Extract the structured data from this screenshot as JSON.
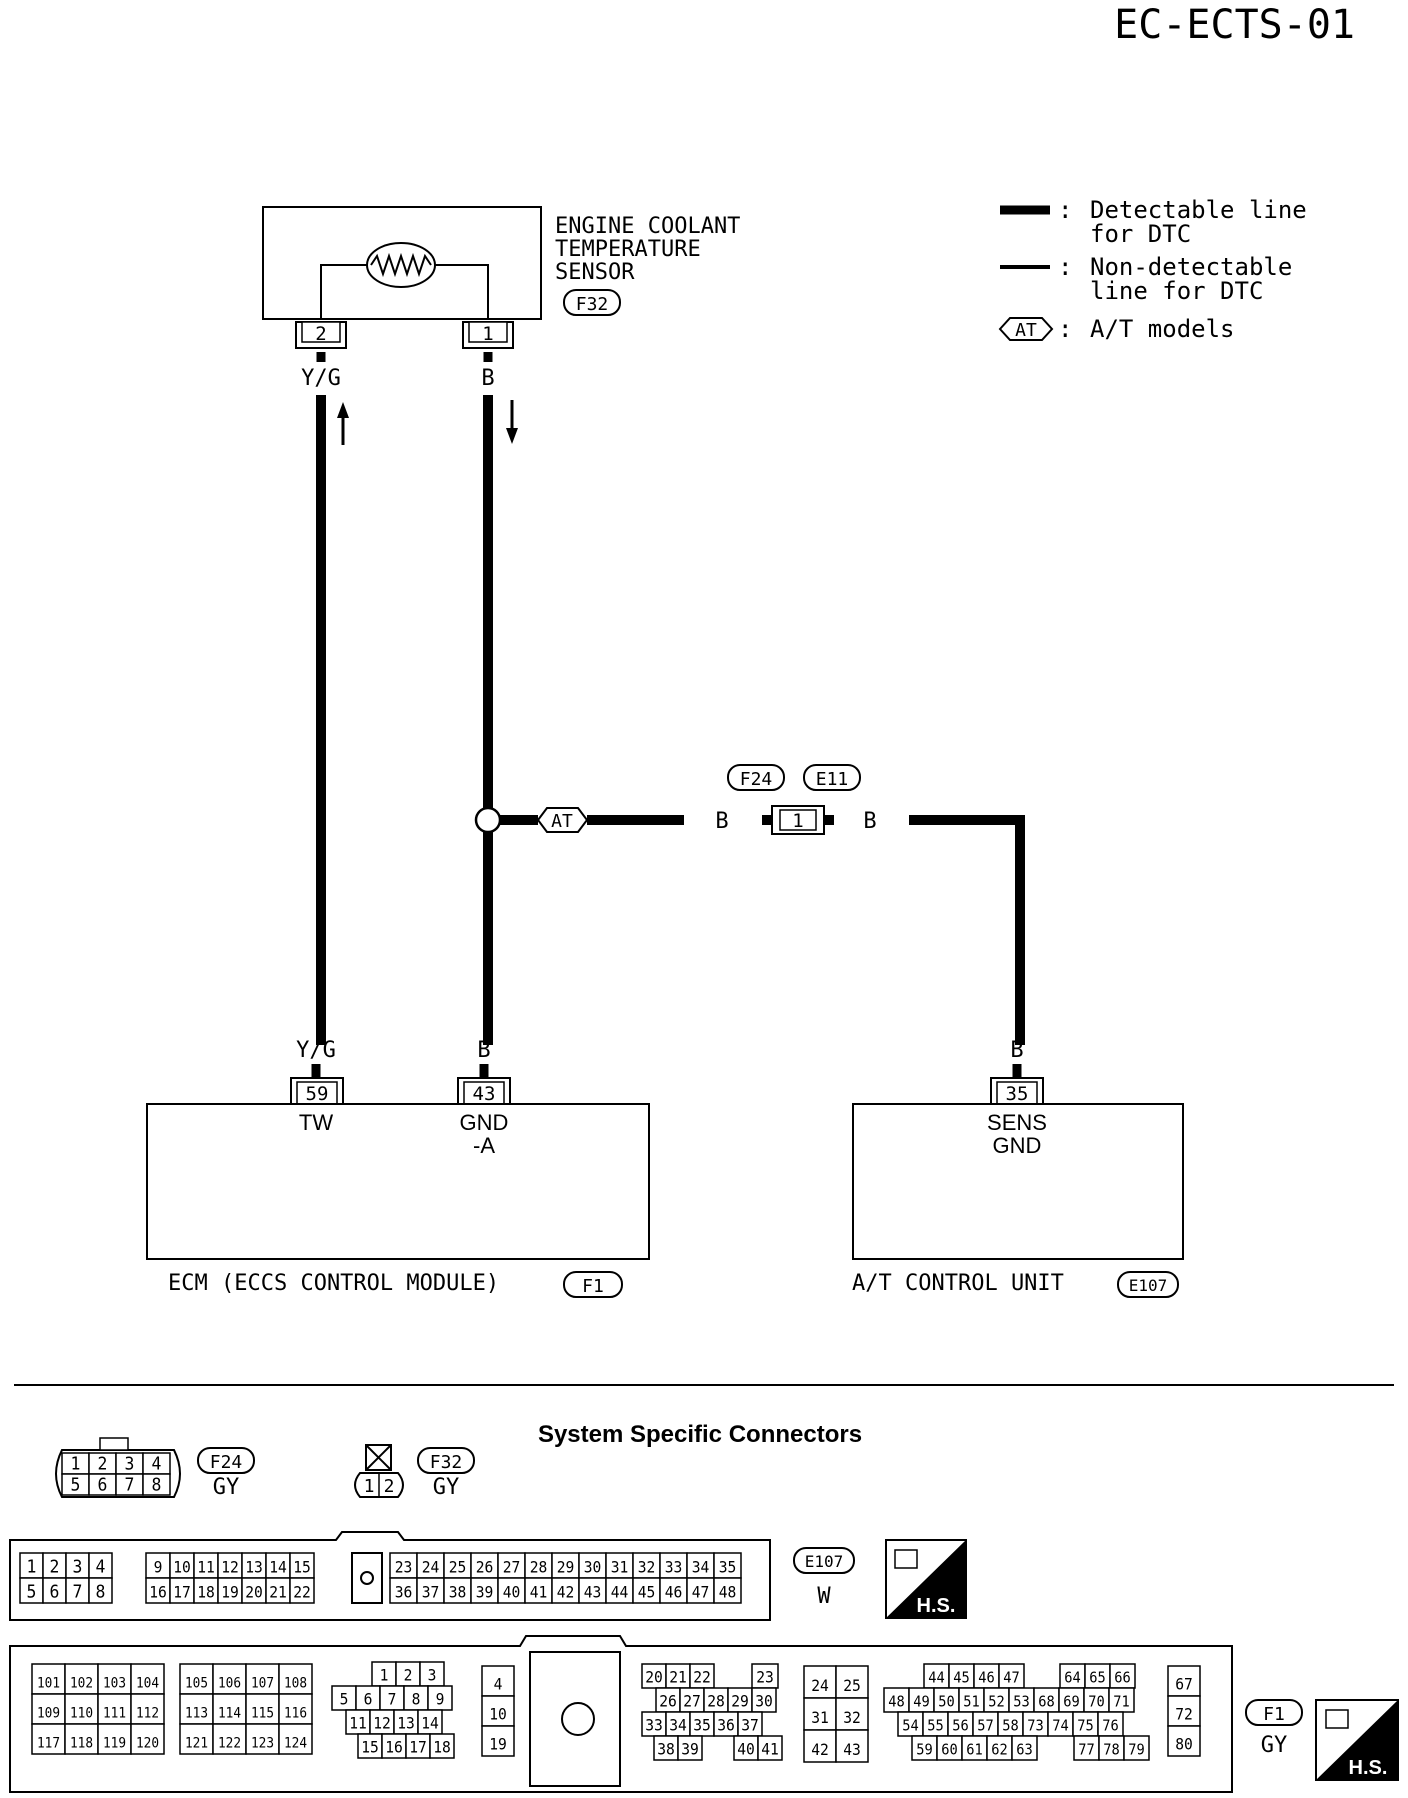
{
  "diagram_id": "EC-ECTS-01",
  "legend": {
    "detectable_line": [
      "Detectable line",
      "for DTC"
    ],
    "non_detectable_line": [
      "Non-detectable",
      "line for DTC"
    ],
    "at_symbol": "AT",
    "at_models": "A/T models"
  },
  "sensor": {
    "name": [
      "ENGINE COOLANT",
      "TEMPERATURE",
      "SENSOR"
    ],
    "connector": "F32",
    "pin2": "2",
    "pin1": "1"
  },
  "wires": {
    "yg": "Y/G",
    "b": "B"
  },
  "junction": {
    "connector_left": "F24",
    "connector_right": "E11",
    "pin": "1",
    "wire_left": "B",
    "wire_right": "B"
  },
  "ecm": {
    "pin_tw": "59",
    "pin_gnd": "43",
    "label_tw": "TW",
    "label_gnd": [
      "GND",
      "-A"
    ],
    "name": "ECM (ECCS CONTROL MODULE)",
    "connector": "F1"
  },
  "atcu": {
    "pin": "35",
    "label": [
      "SENS",
      "GND"
    ],
    "name": "A/T CONTROL UNIT",
    "connector": "E107"
  },
  "connectors_section": {
    "title": "System Specific Connectors",
    "f24": {
      "id": "F24",
      "color": "GY",
      "row1": [
        "1",
        "2",
        "3",
        "4"
      ],
      "row2": [
        "5",
        "6",
        "7",
        "8"
      ]
    },
    "f32": {
      "id": "F32",
      "color": "GY",
      "pins": [
        "1",
        "2"
      ]
    },
    "e107": {
      "id": "E107",
      "color": "W",
      "top": [
        "1",
        "2",
        "3",
        "4",
        "9",
        "10",
        "11",
        "12",
        "13",
        "14",
        "15",
        "23",
        "24",
        "25",
        "26",
        "27",
        "28",
        "29",
        "30",
        "31",
        "32",
        "33",
        "34",
        "35"
      ],
      "bottom": [
        "5",
        "6",
        "7",
        "8",
        "16",
        "17",
        "18",
        "19",
        "20",
        "21",
        "22",
        "36",
        "37",
        "38",
        "39",
        "40",
        "41",
        "42",
        "43",
        "44",
        "45",
        "46",
        "47",
        "48"
      ]
    },
    "f1": {
      "id": "F1",
      "color": "GY",
      "g1": [
        "101",
        "102",
        "103",
        "104",
        "109",
        "110",
        "111",
        "112",
        "117",
        "118",
        "119",
        "120"
      ],
      "g2": [
        "105",
        "106",
        "107",
        "108",
        "113",
        "114",
        "115",
        "116",
        "121",
        "122",
        "123",
        "124"
      ],
      "g3": [
        "1",
        "2",
        "3",
        "5",
        "6",
        "7",
        "8",
        "9",
        "11",
        "12",
        "13",
        "14",
        "15",
        "16",
        "17",
        "18"
      ],
      "g4": [
        "4",
        "10",
        "19"
      ],
      "g5": [
        "20",
        "21",
        "22",
        "23",
        "26",
        "27",
        "28",
        "29",
        "30",
        "33",
        "34",
        "35",
        "36",
        "37",
        "38",
        "39",
        "40",
        "41"
      ],
      "g6": [
        "24",
        "25",
        "31",
        "32",
        "42",
        "43"
      ],
      "g7": [
        "44",
        "45",
        "46",
        "47",
        "64",
        "65",
        "66",
        "48",
        "49",
        "50",
        "51",
        "52",
        "53",
        "68",
        "69",
        "70",
        "71",
        "54",
        "55",
        "56",
        "57",
        "58",
        "73",
        "74",
        "75",
        "76",
        "59",
        "60",
        "61",
        "62",
        "63",
        "77",
        "78",
        "79"
      ],
      "g8": [
        "67",
        "72",
        "80"
      ]
    },
    "hs": "H.S."
  }
}
